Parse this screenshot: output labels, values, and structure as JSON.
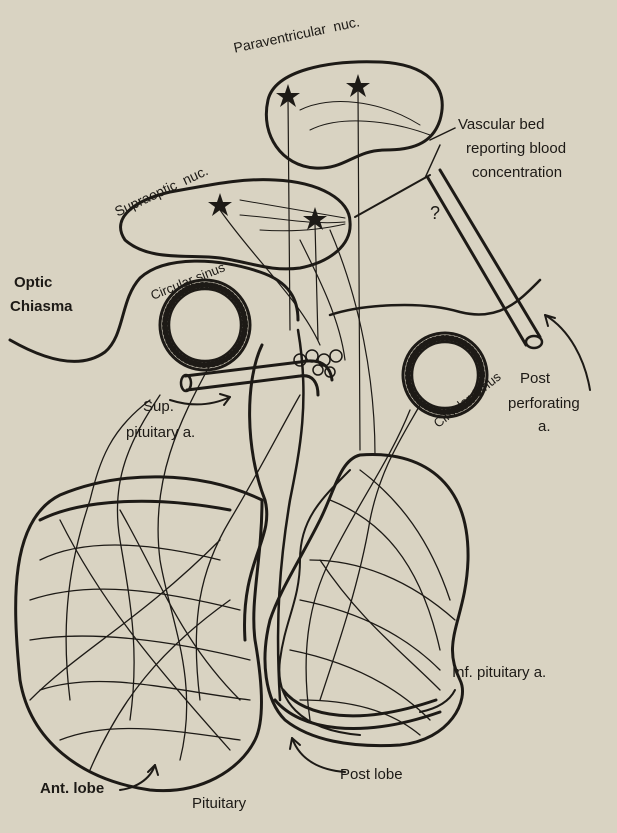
{
  "diagram": {
    "labels": {
      "paraventricular": "Paraventricular  nuc.",
      "supraoptic": "Supraoptic  nuc.",
      "vascular_bed_1": "Vascular bed",
      "vascular_bed_2": "reporting blood",
      "vascular_bed_3": "concentration",
      "question": "?",
      "optic_chiasma_1": "Optic",
      "optic_chiasma_2": "Chiasma",
      "circular_sinus_left": "Circular sinus",
      "circular_sinus_right": "Circular Sinus",
      "post_perforating_1": "Post",
      "post_perforating_2": "perforating",
      "post_perforating_3": "a.",
      "sup_pituitary_1": "Sup.",
      "sup_pituitary_2": "pituitary a.",
      "inf_pituitary": "Inf. pituitary a.",
      "ant_lobe": "Ant. lobe",
      "post_lobe": "Post lobe",
      "pituitary": "Pituitary"
    },
    "colors": {
      "paper": "#d9d3c2",
      "ink": "#1d1a16"
    }
  }
}
